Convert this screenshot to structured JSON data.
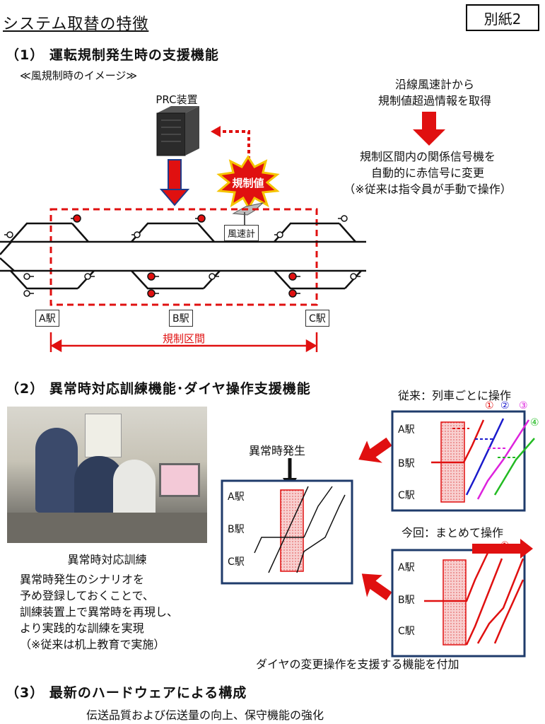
{
  "title": "システム取替の特徴",
  "attachment_label": "別紙2",
  "section1": {
    "heading": "（1） 運転規制発生時の支援機能",
    "subheading": "≪風規制時のイメージ≫",
    "prc_label": "PRC装置",
    "burst_label": "規制値",
    "anemometer_label": "風速計",
    "info_lines": [
      "沿線風速計から",
      "規制値超過情報を取得"
    ],
    "result_lines": [
      "規制区間内の関係信号機を",
      "自動的に赤信号に変更",
      "（※従来は指令員が手動で操作）"
    ],
    "stations": [
      "A駅",
      "B駅",
      "C駅"
    ],
    "section_label": "規制区間"
  },
  "section2": {
    "heading": "（2） 異常時対応訓練機能･ダイヤ操作支援機能",
    "photo_caption": "異常時対応訓練",
    "desc_lines": [
      "異常時発生のシナリオを",
      "予め登録しておくことで、",
      "訓練装置上で異常時を再現し、",
      "より実践的な訓練を実現",
      "（※従来は机上教育で実施）"
    ],
    "event_label": "異常時発生",
    "old_label": "従来：列車ごとに操作",
    "new_label": "今回：まとめて操作",
    "stations": [
      "A駅",
      "B駅",
      "C駅"
    ],
    "markers": [
      "①",
      "②",
      "③",
      "④"
    ],
    "footer": "ダイヤの変更操作を支援する機能を付加"
  },
  "section3": {
    "heading": "（3） 最新のハードウェアによる構成",
    "desc": "伝送品質および伝送量の向上、保守機能の強化"
  }
}
